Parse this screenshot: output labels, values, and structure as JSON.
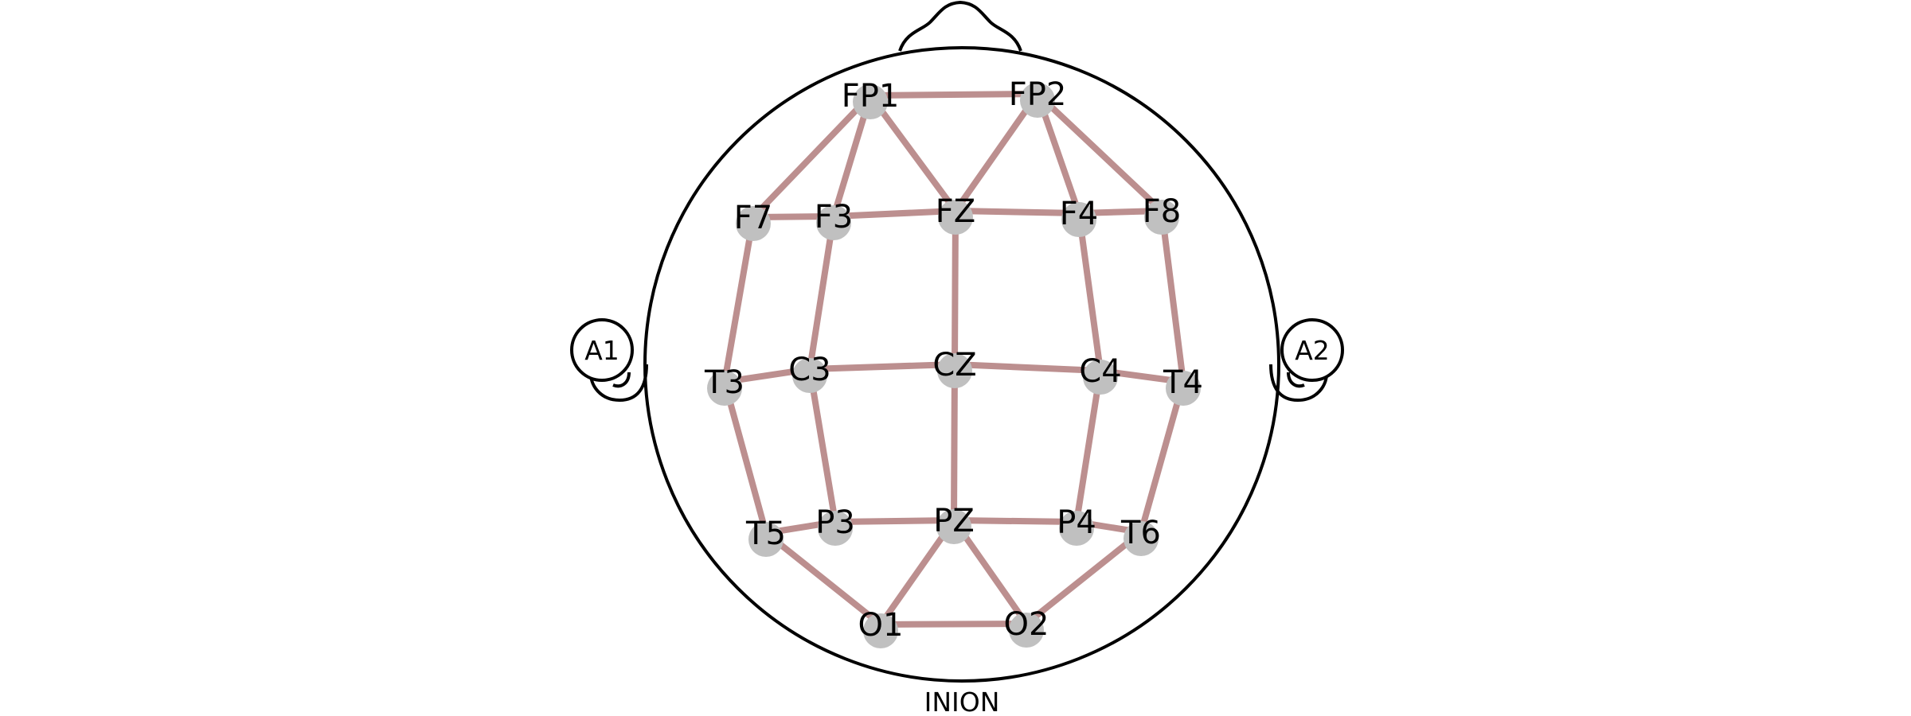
{
  "colors": {
    "edge": "#bc8f8f",
    "node": "#c0c0c0",
    "outline": "#000000",
    "background": "#ffffff"
  },
  "ears": {
    "left": "A1",
    "right": "A2"
  },
  "inion_label": "INION",
  "electrodes": [
    {
      "id": "FP1",
      "label": "FP1"
    },
    {
      "id": "FP2",
      "label": "FP2"
    },
    {
      "id": "F7",
      "label": "F7"
    },
    {
      "id": "F3",
      "label": "F3"
    },
    {
      "id": "FZ",
      "label": "FZ"
    },
    {
      "id": "F4",
      "label": "F4"
    },
    {
      "id": "F8",
      "label": "F8"
    },
    {
      "id": "T3",
      "label": "T3"
    },
    {
      "id": "C3",
      "label": "C3"
    },
    {
      "id": "CZ",
      "label": "CZ"
    },
    {
      "id": "C4",
      "label": "C4"
    },
    {
      "id": "T4",
      "label": "T4"
    },
    {
      "id": "T5",
      "label": "T5"
    },
    {
      "id": "P3",
      "label": "P3"
    },
    {
      "id": "PZ",
      "label": "PZ"
    },
    {
      "id": "P4",
      "label": "P4"
    },
    {
      "id": "T6",
      "label": "T6"
    },
    {
      "id": "O1",
      "label": "O1"
    },
    {
      "id": "O2",
      "label": "O2"
    }
  ],
  "connections": [
    [
      "FP1",
      "FP2"
    ],
    [
      "FP1",
      "F7"
    ],
    [
      "FP1",
      "F3"
    ],
    [
      "FP1",
      "FZ"
    ],
    [
      "FP2",
      "FZ"
    ],
    [
      "FP2",
      "F4"
    ],
    [
      "FP2",
      "F8"
    ],
    [
      "F7",
      "F3"
    ],
    [
      "F3",
      "FZ"
    ],
    [
      "FZ",
      "F4"
    ],
    [
      "F4",
      "F8"
    ],
    [
      "F7",
      "T3"
    ],
    [
      "F3",
      "C3"
    ],
    [
      "FZ",
      "CZ"
    ],
    [
      "F4",
      "C4"
    ],
    [
      "F8",
      "T4"
    ],
    [
      "T3",
      "C3"
    ],
    [
      "C3",
      "CZ"
    ],
    [
      "CZ",
      "C4"
    ],
    [
      "C4",
      "T4"
    ],
    [
      "T3",
      "T5"
    ],
    [
      "C3",
      "P3"
    ],
    [
      "CZ",
      "PZ"
    ],
    [
      "C4",
      "P4"
    ],
    [
      "T4",
      "T6"
    ],
    [
      "T5",
      "P3"
    ],
    [
      "P3",
      "PZ"
    ],
    [
      "PZ",
      "P4"
    ],
    [
      "P4",
      "T6"
    ],
    [
      "T5",
      "O1"
    ],
    [
      "PZ",
      "O1"
    ],
    [
      "PZ",
      "O2"
    ],
    [
      "T6",
      "O2"
    ],
    [
      "O1",
      "O2"
    ]
  ]
}
